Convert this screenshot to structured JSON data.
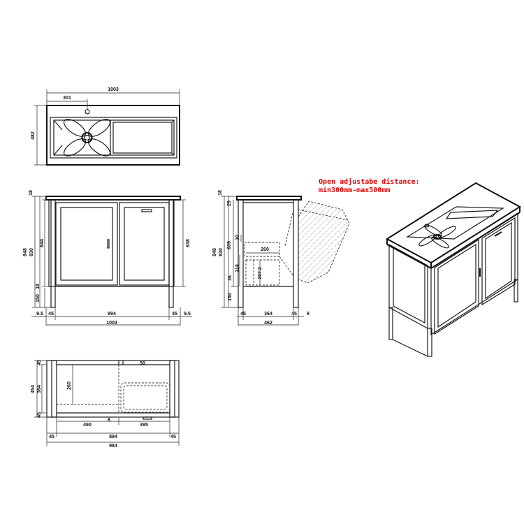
{
  "note": {
    "line1": "Open adjustabe distance:",
    "line2": "min300mm-max500mm",
    "color": "#e60000"
  },
  "top_view": {
    "overall_width": "1003",
    "tap_offset": "301",
    "depth": "482"
  },
  "front_view": {
    "top_thickness": "18",
    "height_total": "848",
    "height_body": "830",
    "door_height": "644",
    "side_height": "638",
    "rail_bottom": "18",
    "leg_height": "150",
    "overhang_left": "9.5",
    "leg_left": "45",
    "inner_width": "894",
    "leg_right": "45",
    "overhang_right": "9.5",
    "width": "1003"
  },
  "side_view": {
    "top_thickness": "18",
    "height_total": "848",
    "height_body": "830",
    "upper_gap": "29",
    "inner_height": "609",
    "shelf_width": "260",
    "shelf_rail": "30",
    "lower_height": "318",
    "drawer_height": "207.2",
    "base_rail": "36",
    "leg_height": "150",
    "leg_left": "45",
    "inner_depth": "364",
    "leg_right": "45",
    "back_gap": "8",
    "depth": "462"
  },
  "plan_view": {
    "depth_total": "454",
    "depth_inner": "364",
    "rail_top": "45",
    "rail_bottom": "45",
    "shelf_depth": "260",
    "partition": "50",
    "left_section": "490",
    "gap": "8",
    "right_section": "395",
    "leg_left": "45",
    "inner_width": "894",
    "leg_right": "45",
    "width": "984"
  }
}
